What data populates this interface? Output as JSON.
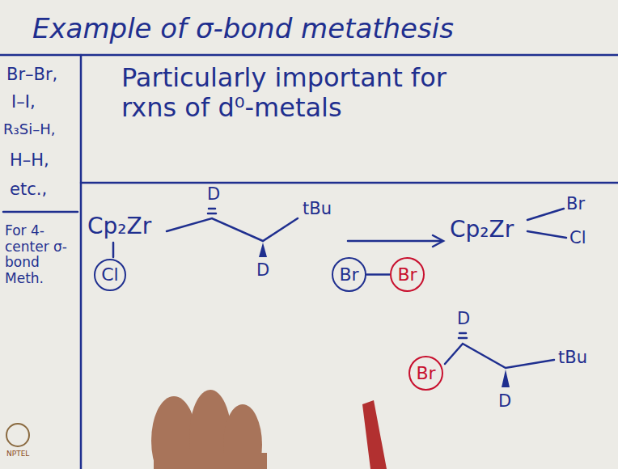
{
  "diagram": {
    "title": "Example of σ-bond metathesis",
    "nodes": [
      {
        "text": [
          "Cl"
        ]
      },
      {
        "text": [
          "Br"
        ]
      },
      {
        "text": [
          "Br"
        ]
      },
      {
        "text": [
          "Br"
        ]
      }
    ],
    "edges": [
      {
        "from": 1,
        "to": 2,
        "arrow": "none"
      }
    ],
    "labels": [
      "Br–Br,",
      "I–I,",
      "R₃Si–H,",
      "H–H,",
      "etc.,",
      "For 4-center σ-bond Meth.",
      "Particularly important for rxns of d⁰-metals",
      "Cp₂Zr",
      "D",
      "D",
      "tBu",
      "Cp₂Zr",
      "Br",
      "Cl",
      "D",
      "D",
      "tBu",
      "NPTEL"
    ]
  }
}
